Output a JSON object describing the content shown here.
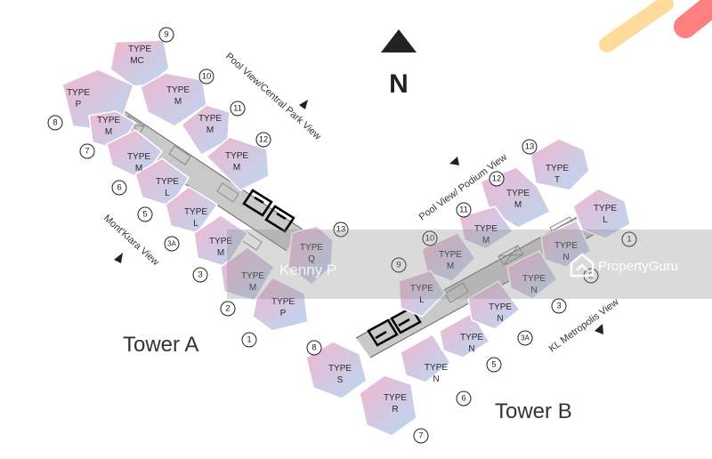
{
  "north_label": "N",
  "towers": [
    {
      "name": "Tower A",
      "views": [
        "Pool View/Central Park View",
        "Mont'Kiara View"
      ],
      "units": [
        {
          "type": "TYPE\nMC",
          "number": "9"
        },
        {
          "type": "TYPE\nP",
          "number": "8"
        },
        {
          "type": "TYPE\nM",
          "number": "7"
        },
        {
          "type": "TYPE\nM",
          "number": "6"
        },
        {
          "type": "TYPE\nL",
          "number": "5"
        },
        {
          "type": "TYPE\nL",
          "number": "3A"
        },
        {
          "type": "TYPE\nM",
          "number": "3"
        },
        {
          "type": "TYPE\nM",
          "number": "2"
        },
        {
          "type": "TYPE\nP",
          "number": "1"
        },
        {
          "type": "TYPE\nM",
          "number": "10"
        },
        {
          "type": "TYPE\nM",
          "number": "11"
        },
        {
          "type": "TYPE\nM",
          "number": "12"
        },
        {
          "type": "TYPE\nQ",
          "number": "13"
        }
      ]
    },
    {
      "name": "Tower B",
      "views": [
        "Pool View/ Podium View",
        "KL Metropolis View"
      ],
      "units": [
        {
          "type": "TYPE\nT",
          "number": "13"
        },
        {
          "type": "TYPE\nM",
          "number": "12"
        },
        {
          "type": "TYPE\nM",
          "number": "11"
        },
        {
          "type": "TYPE\nM",
          "number": "10"
        },
        {
          "type": "TYPE\nL",
          "number": "9"
        },
        {
          "type": "TYPE\nS",
          "number": "8"
        },
        {
          "type": "TYPE\nR",
          "number": "7"
        },
        {
          "type": "TYPE\nL",
          "number": "1"
        },
        {
          "type": "TYPE\nN",
          "number": "2"
        },
        {
          "type": "TYPE\nN",
          "number": "3"
        },
        {
          "type": "TYPE\nN",
          "number": "3A"
        },
        {
          "type": "TYPE\nN",
          "number": "5"
        },
        {
          "type": "TYPE\nN",
          "number": "6"
        }
      ]
    }
  ],
  "watermark": {
    "agent": "Kenny P",
    "brand": "PropertyGuru"
  },
  "colors": {
    "unit_pink": "#f2b6cf",
    "unit_blue": "#b8d8f2",
    "corridor": "#c8c8c8",
    "band": "#9a9a9a",
    "accent_orange": "#ffc878",
    "accent_red": "#ff6b6b"
  }
}
